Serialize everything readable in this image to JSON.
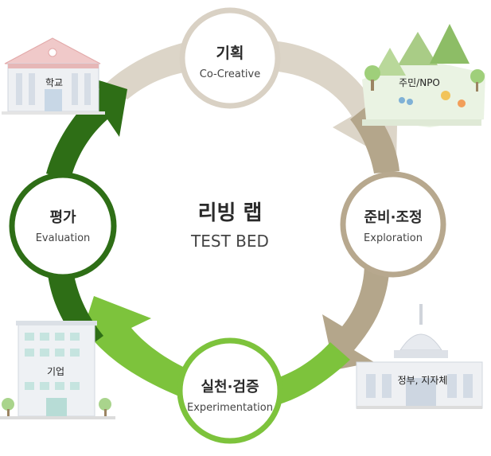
{
  "center": {
    "title": "리빙 랩",
    "subtitle": "TEST BED"
  },
  "stages": {
    "planning": {
      "ko": "기획",
      "en": "Co-Creative",
      "ring_color": "#d9d1c4"
    },
    "exploration": {
      "ko": "준비·조정",
      "en": "Exploration",
      "ring_color": "#b7a88e"
    },
    "experimentation": {
      "ko": "실천·검증",
      "en": "Experimentation",
      "ring_color": "#7dc33c"
    },
    "evaluation": {
      "ko": "평가",
      "en": "Evaluation",
      "ring_color": "#2e6e16"
    }
  },
  "stakeholders": {
    "school": "학교",
    "residents": "주민/NPO",
    "government": "정부, 지자체",
    "company": "기업"
  },
  "colors": {
    "arrow_planning": "#dcd5c8",
    "arrow_exploration": "#b4a68b",
    "arrow_experimentation": "#7dc33c",
    "arrow_evaluation": "#2e6e16"
  },
  "icons": {
    "school": "school-building-icon",
    "residents": "community-park-icon",
    "government": "government-capitol-icon",
    "company": "office-building-icon"
  }
}
